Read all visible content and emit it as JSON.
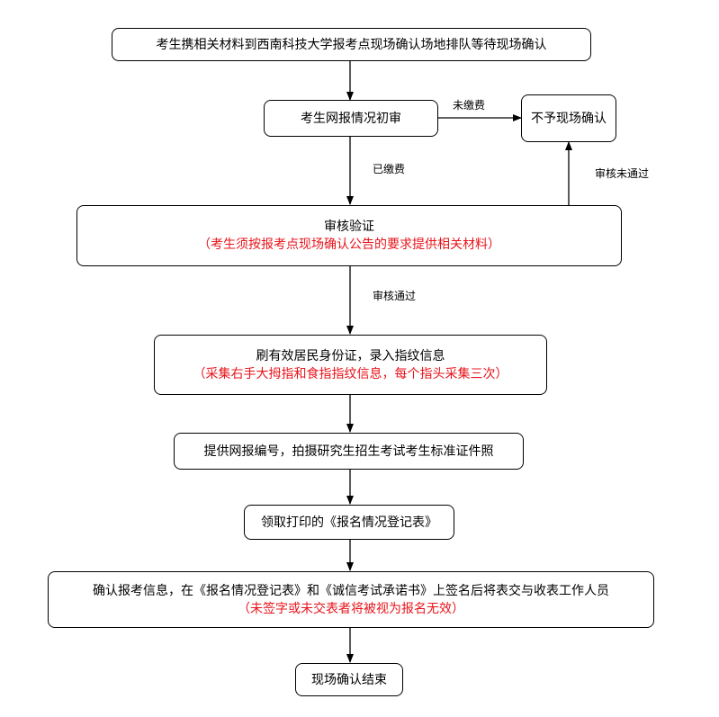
{
  "diagram": {
    "nodes": {
      "start": {
        "text": "考生携相关材料到西南科技大学报考点现场确认场地排队等待现场确认"
      },
      "initial_review": {
        "text": "考生网报情况初审"
      },
      "reject": {
        "text": "不予现场确认"
      },
      "verify": {
        "text": "审核验证",
        "note": "（考生须按报考点现场确认公告的要求提供相关材料）"
      },
      "id_card": {
        "text": "刷有效居民身份证，录入指纹信息",
        "note": "（采集右手大拇指和食指指纹信息，每个指头采集三次）"
      },
      "photo": {
        "text": "提供网报编号，拍摄研究生招生考试考生标准证件照"
      },
      "print": {
        "text": "领取打印的《报名情况登记表》"
      },
      "sign": {
        "text": "确认报考信息，在《报名情况登记表》和《诚信考试承诺书》上签名后将表交与收表工作人员",
        "note": "（未签字或未交表者将被视为报名无效）"
      },
      "end": {
        "text": "现场确认结束"
      }
    },
    "edges": {
      "unpaid": "未缴费",
      "paid": "已缴费",
      "failed": "审核未通过",
      "passed": "审核通过"
    },
    "colors": {
      "note": "#e8141b",
      "line": "#000000"
    }
  }
}
